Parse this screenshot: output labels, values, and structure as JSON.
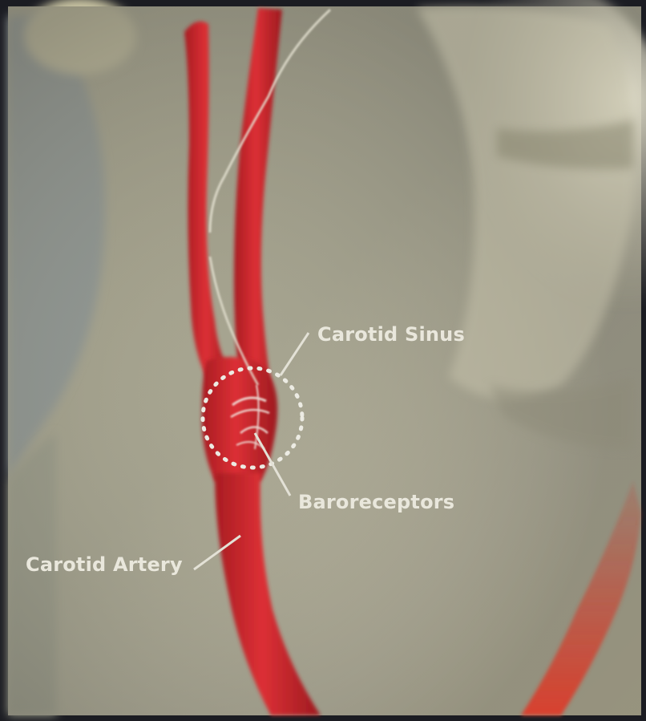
{
  "labels": {
    "carotid_sinus": "Carotid Sinus",
    "baroreceptors": "Baroreceptors",
    "carotid_artery": "Carotid Artery"
  },
  "colors": {
    "artery": "#d42a2e",
    "label_text": "#e9e7dc",
    "skin": "#b4b09c"
  }
}
